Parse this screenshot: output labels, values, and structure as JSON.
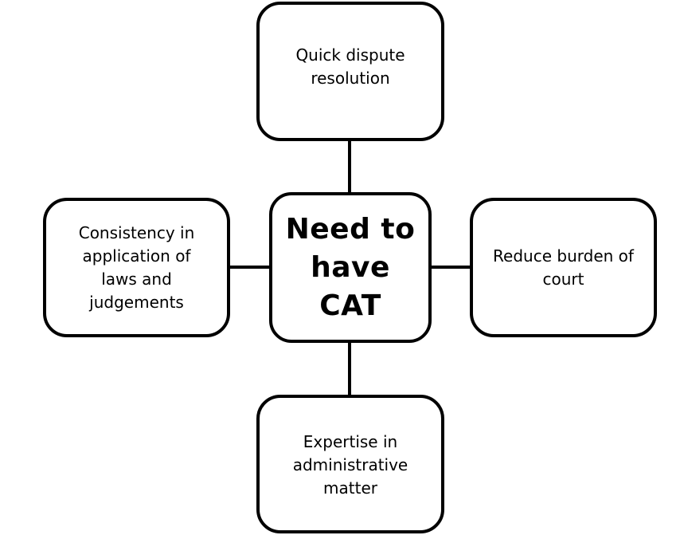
{
  "diagram": {
    "type": "hub-and-spoke",
    "colors": {
      "stroke": "#000000",
      "fill": "#ffffff",
      "text": "#000000"
    },
    "center": {
      "label": "Need to\nhave\nCAT"
    },
    "nodes": {
      "top": {
        "label": "Quick dispute\nresolution"
      },
      "left": {
        "label": "Consistency in\napplication of\nlaws and\njudgements"
      },
      "right": {
        "label": "Reduce burden of\ncourt"
      },
      "bottom": {
        "label": "Expertise in\nadministrative\nmatter"
      }
    },
    "edges": [
      {
        "from": "center",
        "to": "top"
      },
      {
        "from": "center",
        "to": "left"
      },
      {
        "from": "center",
        "to": "right"
      },
      {
        "from": "center",
        "to": "bottom"
      }
    ]
  }
}
